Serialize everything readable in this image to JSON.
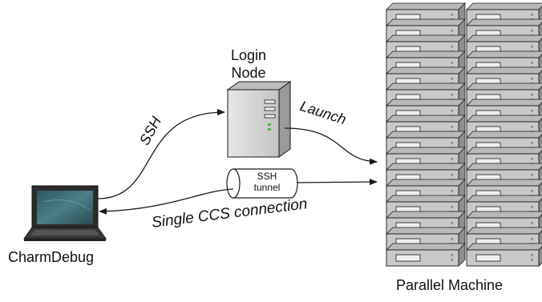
{
  "nodes": {
    "login_node": {
      "line1": "Login",
      "line2": "Node"
    },
    "charmdebug": {
      "label": "CharmDebug"
    },
    "parallel_machine": {
      "label": "Parallel Machine"
    }
  },
  "edges": {
    "ssh": {
      "label": "SSH"
    },
    "launch": {
      "label": "Launch"
    },
    "tunnel": {
      "line1": "SSH",
      "line2": "tunnel"
    },
    "ccs": {
      "label": "Single CCS connection"
    }
  },
  "colors": {
    "stroke": "#1a1a1a",
    "server_top": "#b9b9b9",
    "server_front": "#c9c9c9",
    "server_side": "#8f8f8f",
    "tower_front": "#d6d6d6",
    "tower_side": "#9a9a9a",
    "laptop_body": "#2b2b2b",
    "laptop_screen": "#3d6b74",
    "led_green": "#3cbf3c"
  }
}
